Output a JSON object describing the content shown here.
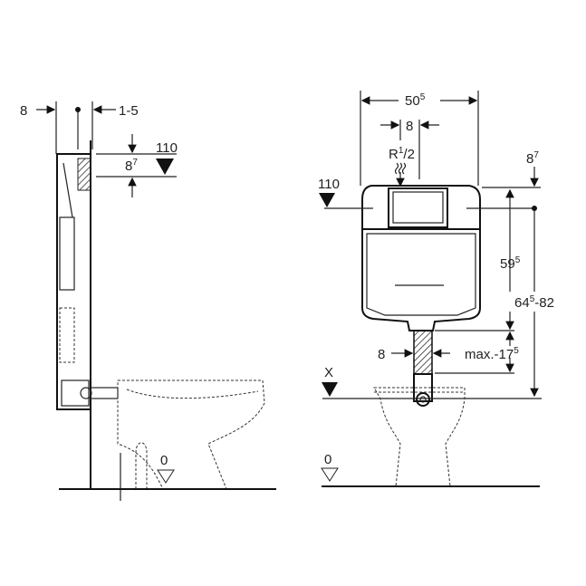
{
  "left_view": {
    "dim_left": "8",
    "dim_right": "1-5",
    "dim_height": {
      "main": "8",
      "sup": "7"
    },
    "level_110": "110",
    "level_0": "0"
  },
  "right_view": {
    "width": {
      "main": "50",
      "sup": "5"
    },
    "inlet_offset": "8",
    "inlet_thread": {
      "main": "R",
      "sup": "1",
      "tail": "/2"
    },
    "top_offset": {
      "main": "8",
      "sup": "7"
    },
    "level_110": "110",
    "height_cistern": {
      "main": "59",
      "sup": "5"
    },
    "height_total": {
      "main": "64",
      "sup": "5",
      "tail": "-82"
    },
    "pipe_offset": "8",
    "pipe_length": {
      "main": "max.-17",
      "sup": "5"
    },
    "level_x": "X",
    "level_0": "0"
  }
}
